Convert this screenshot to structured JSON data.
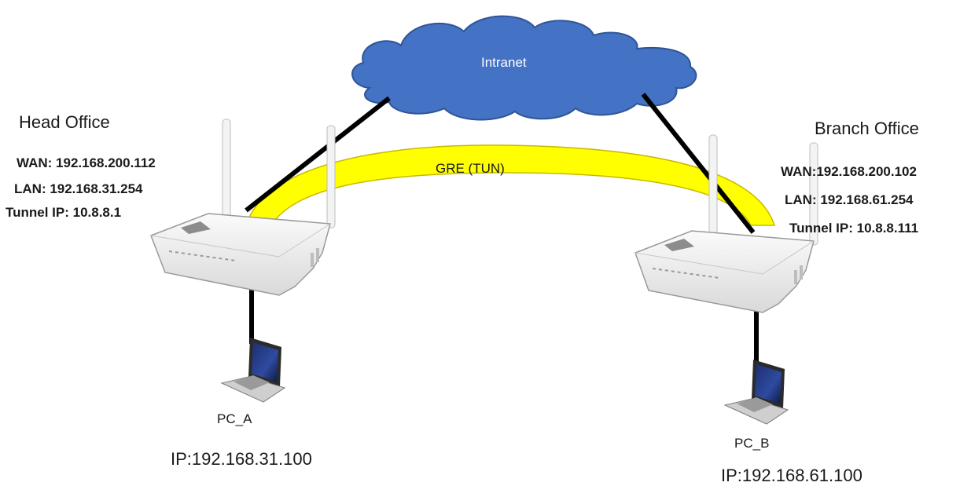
{
  "cloud": {
    "label": "Intranet"
  },
  "tunnel": {
    "label": "GRE (TUN)"
  },
  "head_office": {
    "title": "Head Office",
    "wan": "WAN: 192.168.200.112",
    "lan": "LAN: 192.168.31.254",
    "tunnel_ip": "Tunnel IP: 10.8.8.1"
  },
  "branch_office": {
    "title": "Branch Office",
    "wan": "WAN:192.168.200.102",
    "lan": "LAN: 192.168.61.254",
    "tunnel_ip": "Tunnel IP: 10.8.8.111"
  },
  "pc_a": {
    "name": "PC_A",
    "ip": "IP:192.168.31.100"
  },
  "pc_b": {
    "name": "PC_B",
    "ip": "IP:192.168.61.100"
  },
  "colors": {
    "cloud_fill": "#4472C4",
    "cloud_stroke": "#2F5597",
    "tunnel_fill": "#FFFF00",
    "tunnel_stroke": "#C9B800",
    "link": "#000000"
  },
  "icons": {
    "router": "router-icon",
    "laptop": "laptop-icon",
    "cloud": "cloud-icon"
  }
}
